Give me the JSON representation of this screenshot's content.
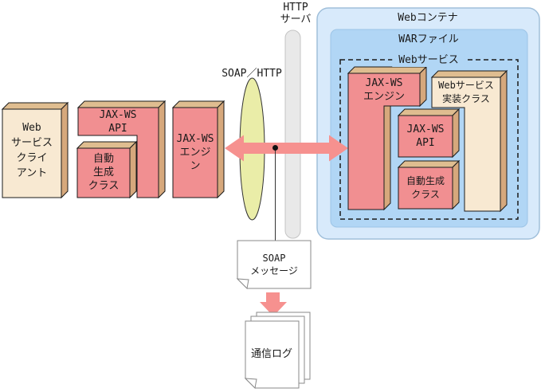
{
  "labels": {
    "http_server": "HTTP\nサーバ",
    "soap_http": "SOAP／HTTP",
    "client": "Web\nサービス\nクライ\nアント",
    "jaxws_api_left": "JAX-WS\nAPI",
    "autogen_left": "自動\n生成\nクラス",
    "jaxws_engine_left": "JAX-WS\nエンジ\nン",
    "web_container": "Webコンテナ",
    "war_file": "WARファイル",
    "web_service": "Webサービス",
    "jaxws_engine_right": "JAX-WS\nエンジン",
    "impl_class": "Webサービス\n実装クラス",
    "jaxws_api_right": "JAX-WS\nAPI",
    "autogen_right": "自動生成\nクラス",
    "soap_message": "SOAP\nメッセージ",
    "comm_log": "通信ログ"
  },
  "colors": {
    "pink": "#F18F91",
    "tan_top": "#DFBD90",
    "tan_side": "#D6A87C",
    "beige": "#F8E9D2",
    "blue_outer": "#D8EAFB",
    "blue_outer_border": "#A0BFDA",
    "blue_inner": "#B1D6F5",
    "ellipse_fill": "#EAEDA8",
    "arrow_pink": "#F6918F",
    "gray_bar": "#E9E9E9",
    "gray_bar_border": "#C4C4C4",
    "doc_fill": "#FFFFFF",
    "doc_border": "#8A8A8A",
    "outline": "#1A1A1A"
  }
}
